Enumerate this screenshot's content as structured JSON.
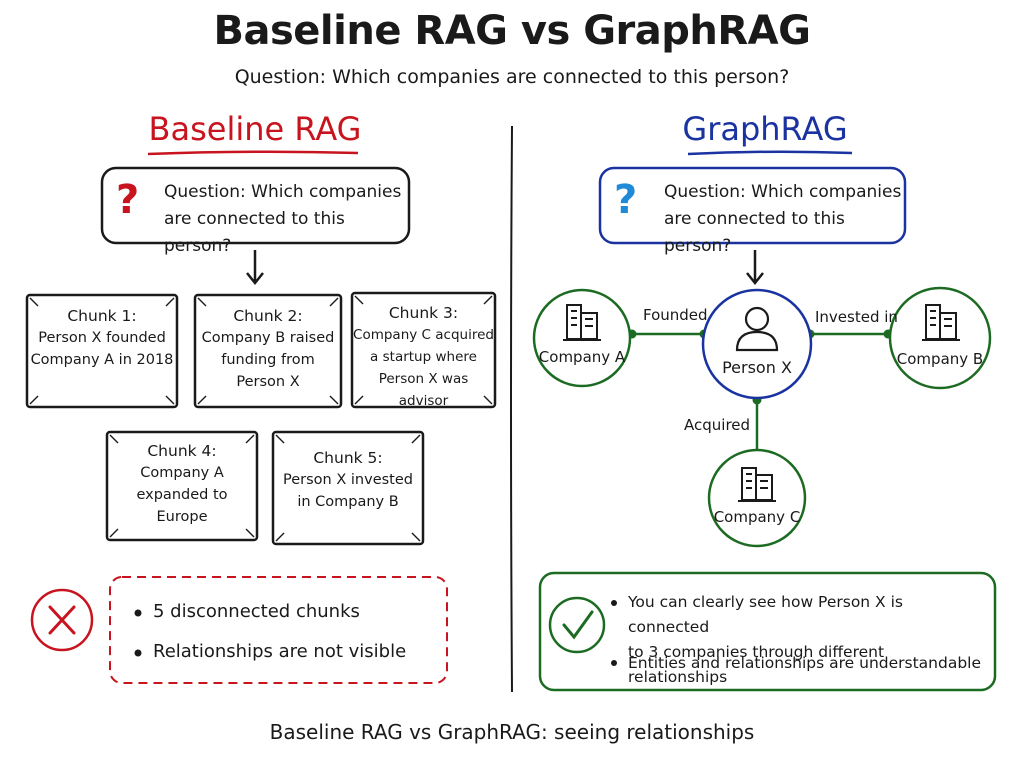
{
  "header": {
    "title": "Baseline RAG vs GraphRAG",
    "subtitle": "Question: Which companies are connected to this person?"
  },
  "baseline": {
    "title": "Baseline RAG",
    "question_lines": [
      "Question: Which companies",
      "are connected to this person?"
    ],
    "chunks": [
      {
        "title": "Chunk 1:",
        "lines": [
          "Person X founded",
          "Company A in 2018"
        ]
      },
      {
        "title": "Chunk 2:",
        "lines": [
          "Company B raised",
          "funding from",
          "Person X"
        ]
      },
      {
        "title": "Chunk 3:",
        "lines": [
          "Company C acquired",
          "a startup where",
          "Person X was advisor"
        ]
      },
      {
        "title": "Chunk 4:",
        "lines": [
          "Company A",
          "expanded to",
          "Europe"
        ]
      },
      {
        "title": "Chunk 5:",
        "lines": [
          "Person X invested",
          "in Company B"
        ]
      }
    ],
    "result_bullets": [
      "5 disconnected chunks",
      "Relationships are not visible"
    ],
    "colors": {
      "accent": "#c8141e"
    }
  },
  "graphrag": {
    "title": "GraphRAG",
    "question_lines": [
      "Question: Which companies",
      "are connected to this person?"
    ],
    "nodes": {
      "person": "Person X",
      "company_a": "Company A",
      "company_b": "Company B",
      "company_c": "Company C"
    },
    "edges": {
      "founded": "Founded",
      "invested": "Invested in",
      "acquired": "Acquired"
    },
    "result_bullets": [
      [
        "You can clearly see how Person X is connected",
        "to 3 companies through different relationships"
      ],
      [
        "Entities and relationships are understandable"
      ]
    ],
    "colors": {
      "accent": "#1a33a0",
      "graph": "#1d6b22"
    }
  },
  "footer": "Baseline RAG vs GraphRAG: seeing relationships"
}
